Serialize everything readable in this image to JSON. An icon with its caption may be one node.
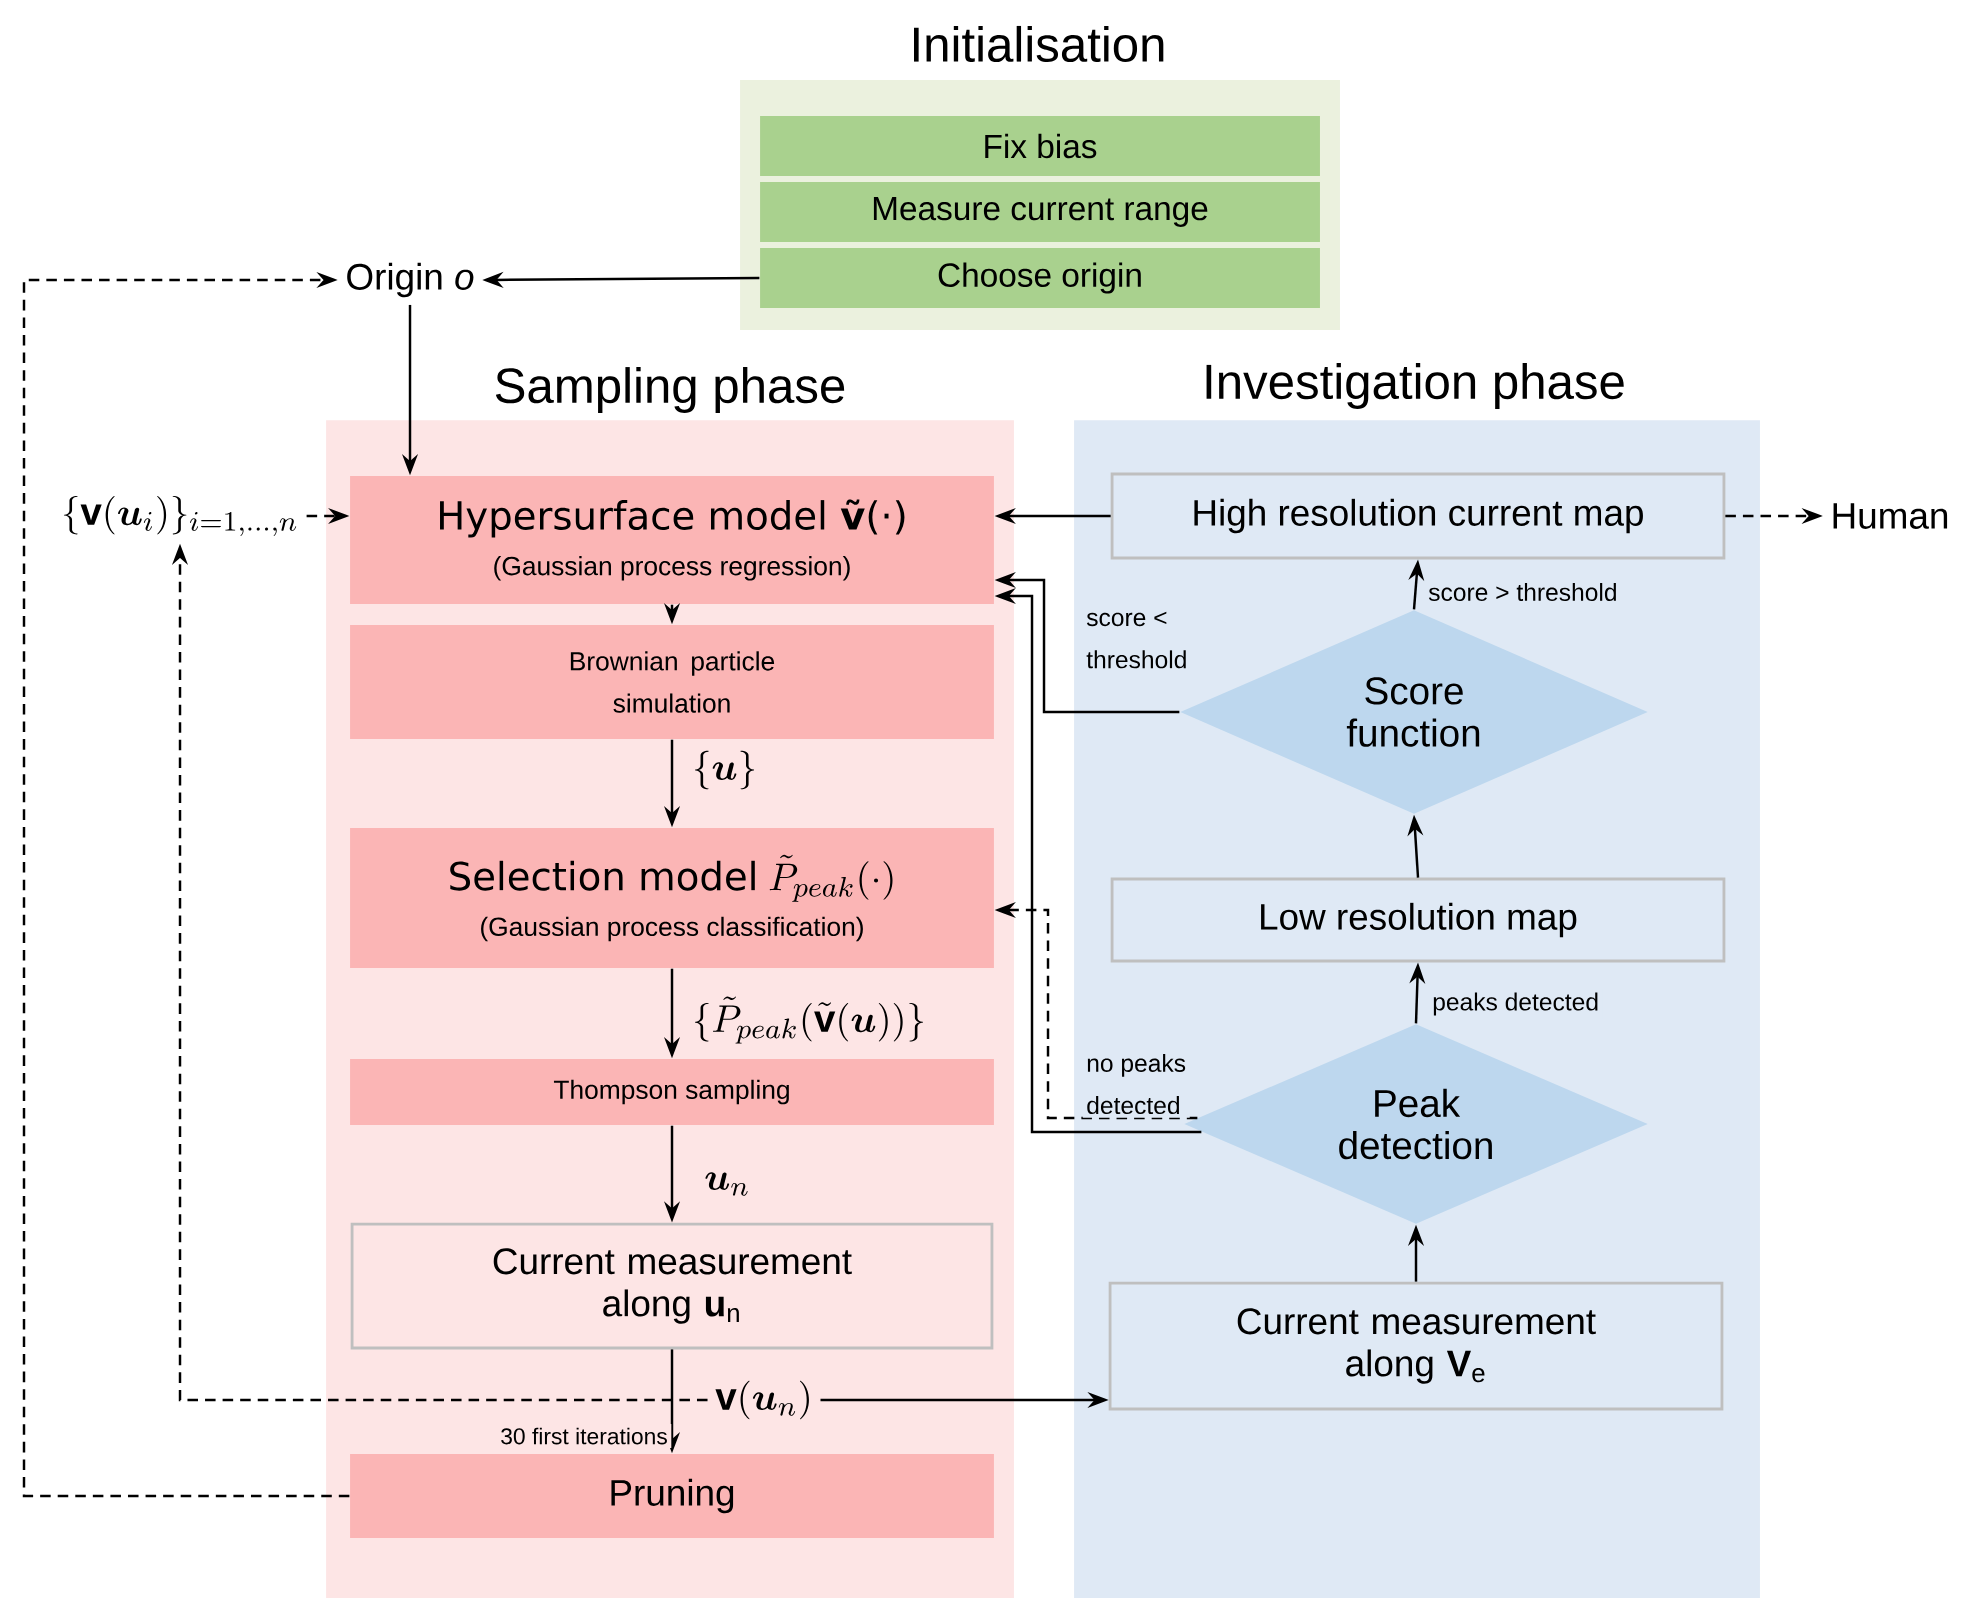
{
  "diagram": {
    "nodes": [
      {
        "text": [
          "Initialisation"
        ]
      },
      {
        "text": [
          "Fix bias"
        ],
        "in": 0
      },
      {
        "text": [
          "Measure current range"
        ],
        "in": 0
      },
      {
        "text": [
          "Choose origin"
        ],
        "in": 0
      },
      {
        "text": [
          "Origin *o*"
        ]
      },
      {
        "text": [
          "Sampling phase"
        ]
      },
      {
        "text": [
          "Hypersurface model **ṽ**(·)",
          "(Gaussian process regression)"
        ],
        "in": 5
      },
      {
        "text": [
          "Brownian particle simulation"
        ],
        "in": 5
      },
      {
        "text": [
          "Selection model",
          "\\tilde{P}_{peak}(\\cdot)",
          "(Gaussian process classification)"
        ],
        "in": 5
      },
      {
        "text": [
          "Thompson sampling"
        ],
        "in": 5
      },
      {
        "text": [
          "Current measurement along **u**$_{n}$"
        ],
        "in": 5
      },
      {
        "text": [
          "Pruning"
        ],
        "in": 5
      },
      {
        "text": [
          "Investigation phase"
        ]
      },
      {
        "text": [
          "High resolution current map"
        ],
        "in": 12
      },
      {
        "text": [
          "Score function"
        ],
        "in": 12
      },
      {
        "text": [
          "Low resolution map"
        ],
        "in": 12
      },
      {
        "text": [
          "Peak detection"
        ],
        "in": 12
      },
      {
        "text": [
          "Current measurement along **V**$_{e}$"
        ],
        "in": 12
      },
      {
        "text": [
          "Human"
        ]
      },
      {
        "text": [
          "\\{\\mathbf{v}(\\boldsymbol{u}_i)\\}_{i=1,\\dots,n}"
        ]
      },
      {
        "text": [
          "\\mathbf{v}(\\boldsymbol{u}_n)"
        ],
        "in": 5
      }
    ],
    "edges": [
      {
        "from": 3,
        "to": 4,
        "arrow": "to"
      },
      {
        "from": 4,
        "to": 6,
        "arrow": "to"
      },
      {
        "from": 6,
        "to": 7,
        "arrow": "to"
      },
      {
        "from": 7,
        "to": 8,
        "arrow": "to",
        "label": "\\{\\boldsymbol{u}\\}"
      },
      {
        "from": 8,
        "to": 9,
        "arrow": "to",
        "label": "\\{\\tilde{P}_{peak}(\\tilde{\\mathbf{v}}(\\boldsymbol{u}))\\}"
      },
      {
        "from": 9,
        "to": 10,
        "arrow": "to",
        "label": "\\boldsymbol{u}_n"
      },
      {
        "from": 10,
        "to": 11,
        "arrow": "to",
        "label": "30 first iterations"
      },
      {
        "from": 20,
        "to": 17,
        "arrow": "to"
      },
      {
        "from": 20,
        "to": 19,
        "arrow": "to",
        "style": "dashed"
      },
      {
        "from": 19,
        "to": 6,
        "arrow": "to",
        "style": "dashed"
      },
      {
        "from": 11,
        "to": 4,
        "arrow": "to",
        "style": "dashed"
      },
      {
        "from": 17,
        "to": 16,
        "arrow": "to"
      },
      {
        "from": 16,
        "to": 15,
        "arrow": "to",
        "label": "peaks detected"
      },
      {
        "from": 15,
        "to": 14,
        "arrow": "to"
      },
      {
        "from": 14,
        "to": 13,
        "arrow": "to",
        "label": "score > threshold"
      },
      {
        "from": 13,
        "to": 6,
        "arrow": "to"
      },
      {
        "from": 14,
        "to": 6,
        "arrow": "to",
        "label": "score < threshold"
      },
      {
        "from": 16,
        "to": 6,
        "arrow": "to"
      },
      {
        "from": 16,
        "to": 8,
        "arrow": "to",
        "style": "dashed",
        "label": "no peaks detected"
      },
      {
        "from": 13,
        "to": 18,
        "arrow": "to",
        "style": "dashed"
      }
    ]
  }
}
